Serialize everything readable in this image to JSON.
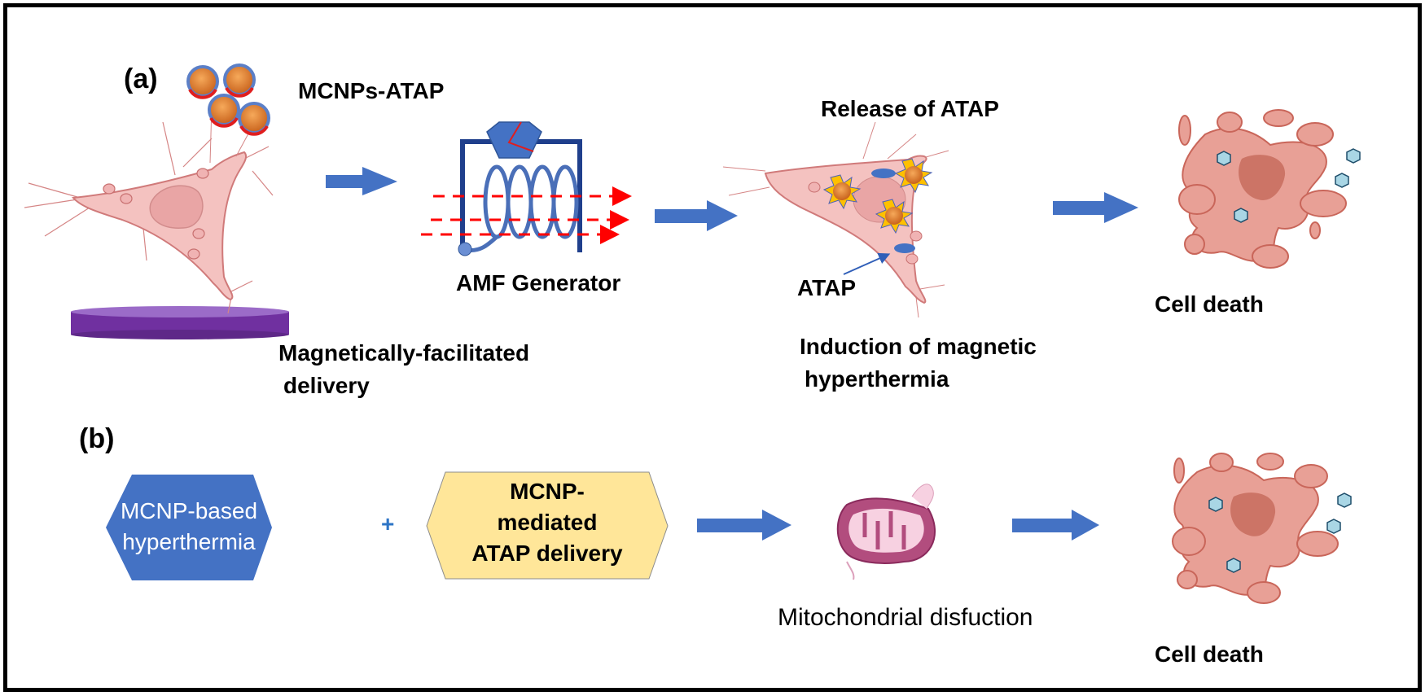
{
  "panel_a": {
    "label": "(a)",
    "nanoparticle_label": "MCNPs-ATAP",
    "generator_label": "AMF Generator",
    "release_label": "Release of ATAP",
    "atap_pointer_label": "ATAP",
    "step1_caption_line1": "Magnetically-facilitated",
    "step1_caption_line2": "delivery",
    "step3_caption_line1": "Induction of magnetic",
    "step3_caption_line2": "hyperthermia",
    "outcome_label": "Cell death"
  },
  "panel_b": {
    "label": "(b)",
    "hex1_line1": "MCNP-based",
    "hex1_line2": "hyperthermia",
    "plus_sign": "+",
    "hex2_line1": "MCNP-",
    "hex2_line2": "mediated",
    "hex2_line3": "ATAP delivery",
    "mito_caption": "Mitochondrial disfuction",
    "outcome_label": "Cell death"
  },
  "colors": {
    "arrow_blue": "#4472c4",
    "hex_blue": "#4472c4",
    "hex_yellow": "#ffe699",
    "cell_pink": "#f4c2c0",
    "dead_cell": "#e8a096",
    "substrate_purple": "#7030a0",
    "field_red": "#ff0000",
    "coil_navy": "#1f3f8c"
  }
}
